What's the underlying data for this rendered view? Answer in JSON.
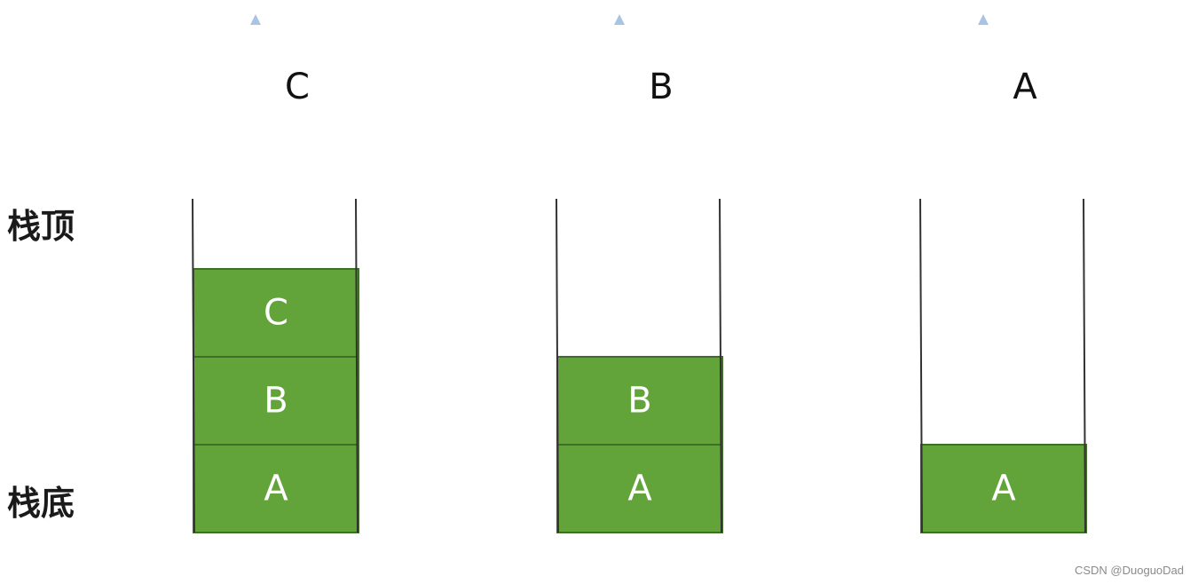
{
  "labels": {
    "stack_top": "栈顶",
    "stack_bottom": "栈底"
  },
  "colors": {
    "block_fill": "#62a33a",
    "block_border": "#3f6e28",
    "block_text": "#ffffff",
    "wall": "#333333",
    "arrow": "#a9c3e4",
    "pop_text": "#111111"
  },
  "stages": [
    {
      "popped": "C",
      "stack": [
        "A",
        "B",
        "C"
      ]
    },
    {
      "popped": "B",
      "stack": [
        "A",
        "B"
      ]
    },
    {
      "popped": "A",
      "stack": [
        "A"
      ]
    }
  ],
  "watermark": "CSDN @DuoguoDad"
}
